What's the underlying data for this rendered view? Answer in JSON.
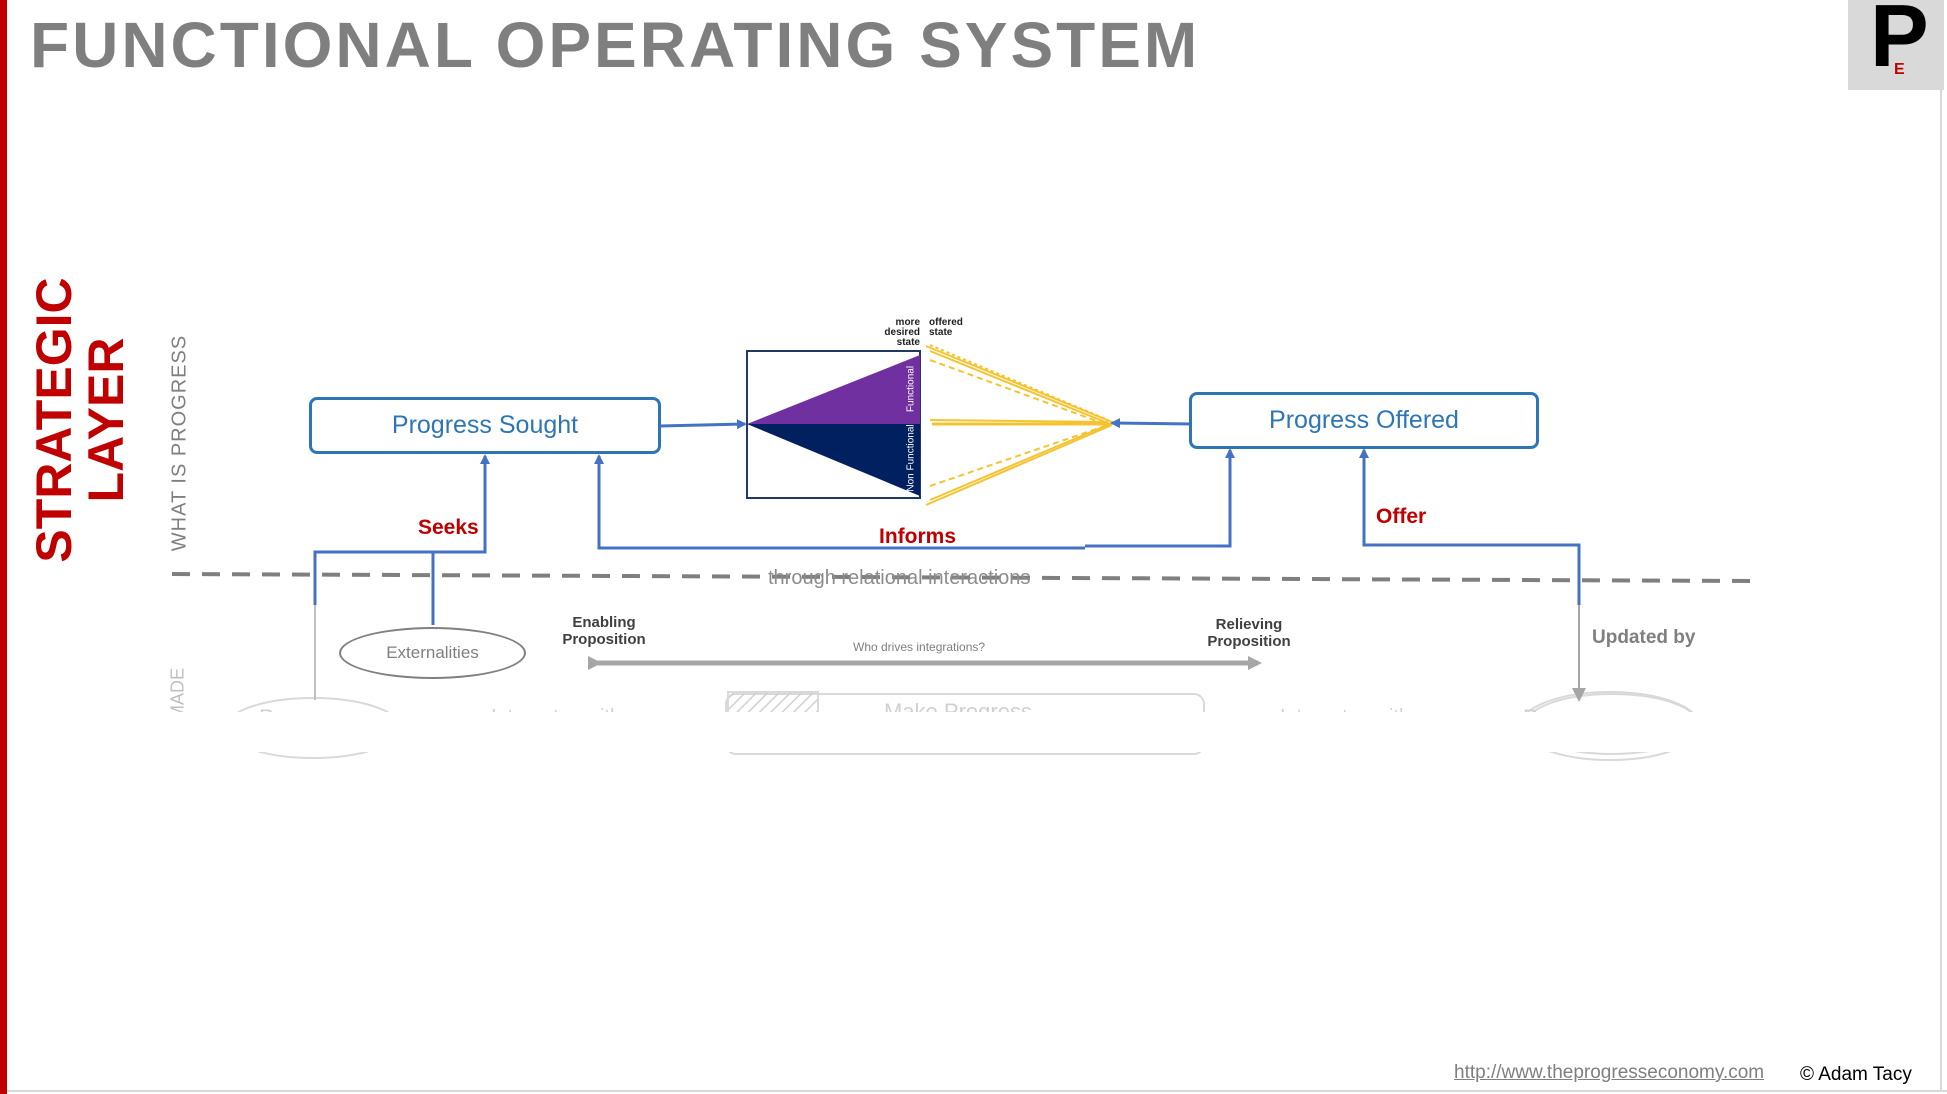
{
  "title": "FUNCTIONAL OPERATING SYSTEM",
  "logo": {
    "letter": "P",
    "sub_letter": "E"
  },
  "side_label": {
    "line1": "STRATEGIC",
    "line2": "LAYER"
  },
  "layer_labels": {
    "upper": "WHAT IS PROGRESS",
    "lower": "MADE"
  },
  "boxes": {
    "sought": "Progress Sought",
    "offered": "Progress Offered"
  },
  "triangle": {
    "left_caption": [
      "more",
      "desired",
      "state"
    ],
    "right_caption": [
      "offered",
      "state"
    ],
    "top_label": "Functional",
    "bottom_label": "Non Functional",
    "colors": {
      "functional": "#7030a0",
      "non_functional": "#002060",
      "offered": "#f4c430"
    }
  },
  "connectors": {
    "seeks": "Seeks",
    "informs": "Informs",
    "offer": "Offer"
  },
  "divider_text": "through relational interactions",
  "lower": {
    "externalities": "Externalities",
    "enabling": [
      "Enabling",
      "Proposition"
    ],
    "relieving": [
      "Relieving",
      "Proposition"
    ],
    "who_drives": "Who drives integrations?",
    "updated_by": "Updated by",
    "faded": {
      "progress_left": "Progress",
      "integrates_left": "Integrates with",
      "make_progress": "Make Progress",
      "integrates_right": "Integrates with",
      "progress_right": "Progress"
    }
  },
  "footer": {
    "link": "http://www.theprogresseconomy.com",
    "copyright": "© Adam Tacy"
  },
  "colors": {
    "accent_red": "#c00000",
    "blue": "#2e75b6",
    "arrow_blue": "#4472c4",
    "title_gray": "#7f7f7f"
  }
}
